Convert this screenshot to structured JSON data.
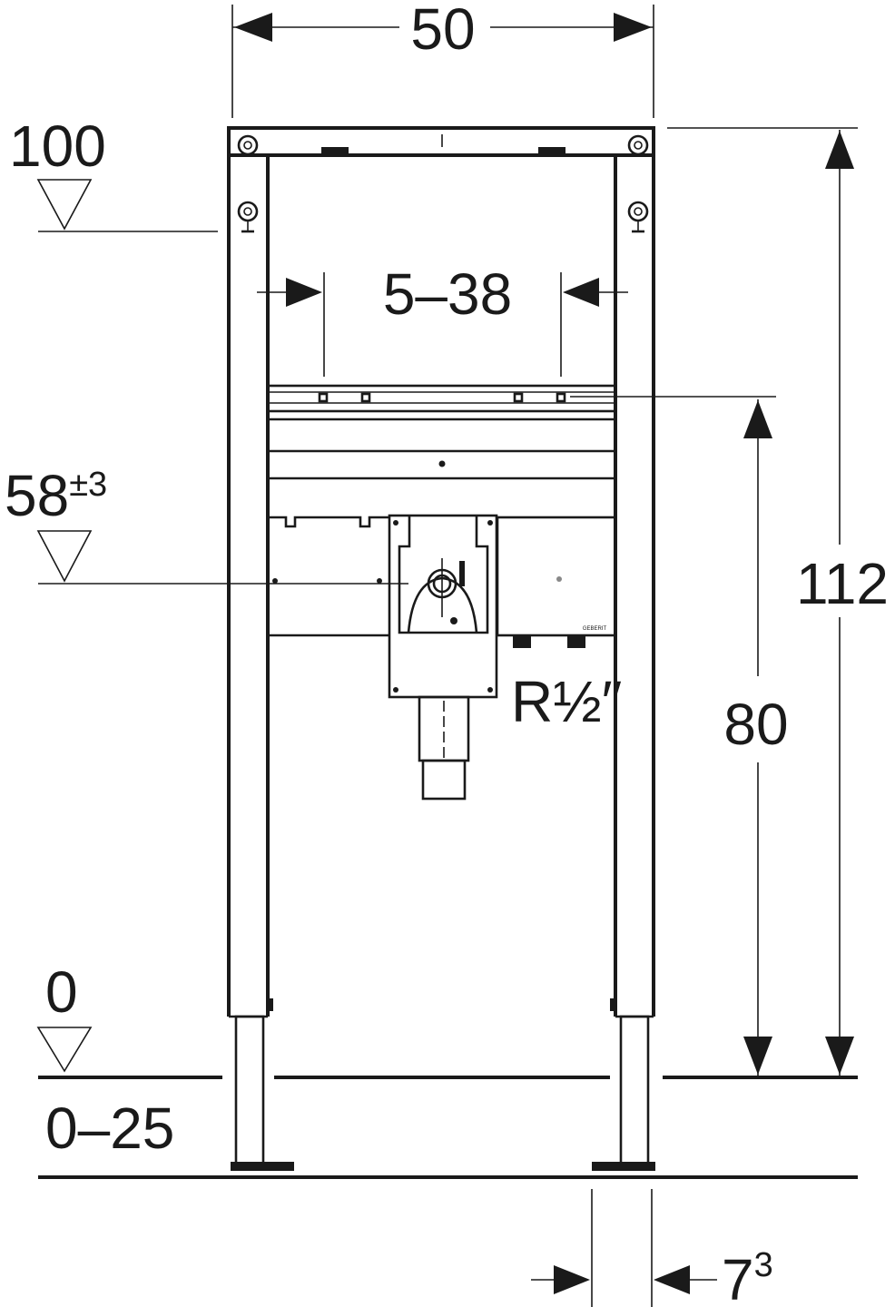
{
  "labels": {
    "width": "50",
    "top_level": "100",
    "adjust_range": "5–38",
    "connection_level": "58",
    "connection_tolerance": "±3",
    "thread": "R½″",
    "height_80": "80",
    "height_112": "112",
    "floor_level": "0",
    "foot_range": "0–25",
    "foot_offset": "7",
    "foot_offset_sup": "3"
  },
  "brand_mark": "GEBERIT"
}
